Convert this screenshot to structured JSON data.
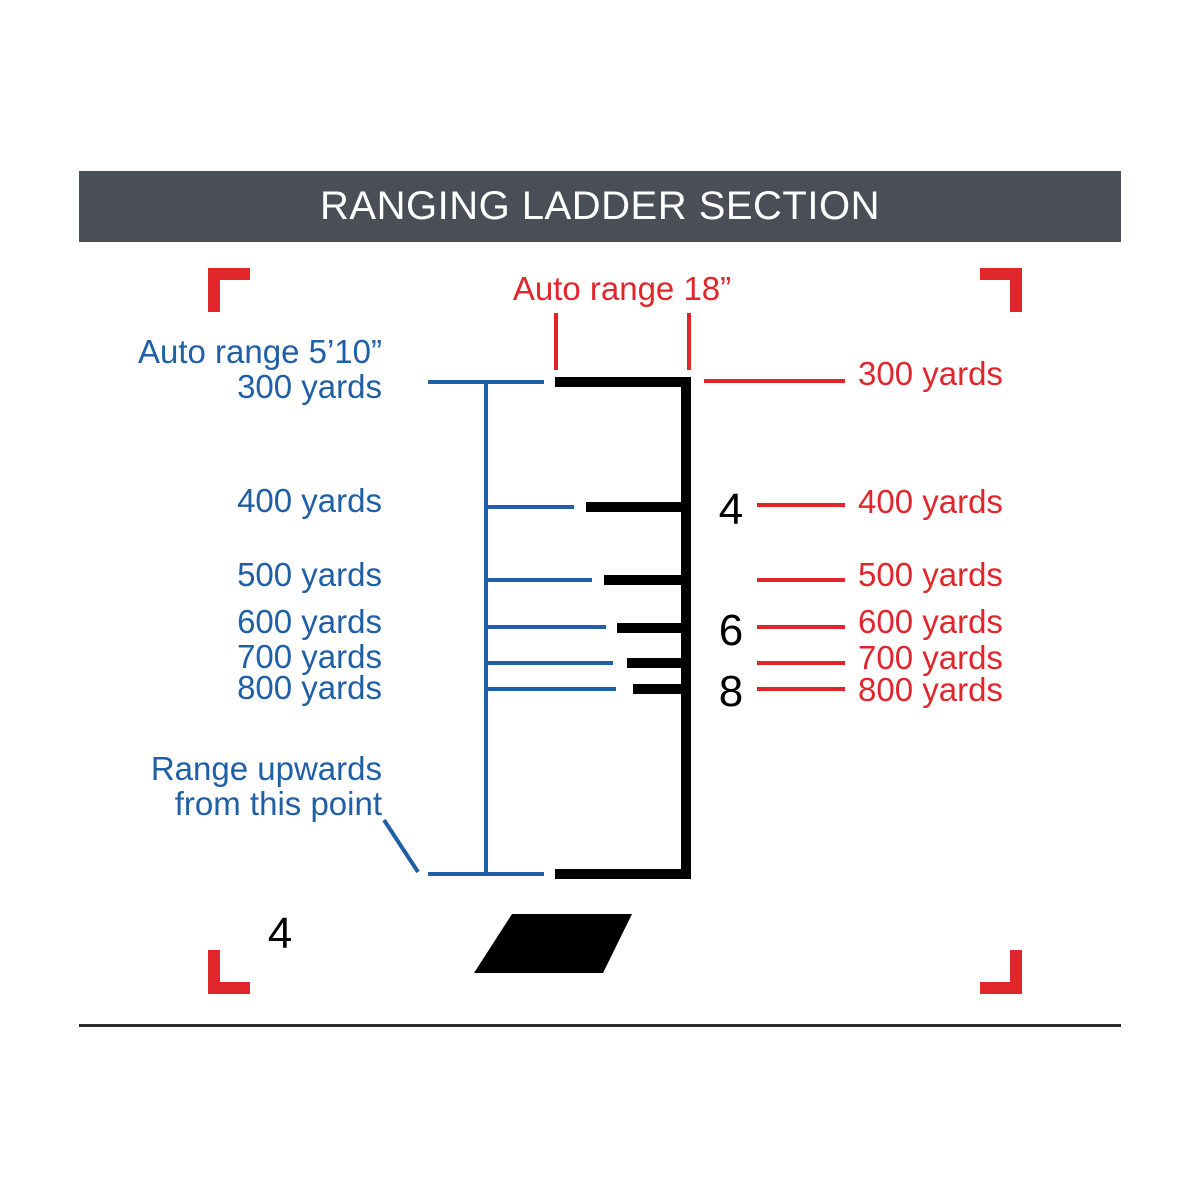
{
  "title": "RANGING LADDER SECTION",
  "colors": {
    "header_bg": "#4a4f57",
    "blue": "#1f5fa6",
    "red": "#e0262b",
    "black": "#000000"
  },
  "top_label": "Auto range 18”",
  "left_top_label": "Auto range 5’10”",
  "left_labels": [
    "300 yards",
    "400 yards",
    "500 yards",
    "600 yards",
    "700 yards",
    "800 yards"
  ],
  "right_labels": [
    "300 yards",
    "400 yards",
    "500 yards",
    "600 yards",
    "700 yards",
    "800 yards"
  ],
  "range_note": [
    "Range upwards",
    "from this point"
  ],
  "ladder_numbers": [
    "4",
    "6",
    "8"
  ],
  "corner_number": "4"
}
